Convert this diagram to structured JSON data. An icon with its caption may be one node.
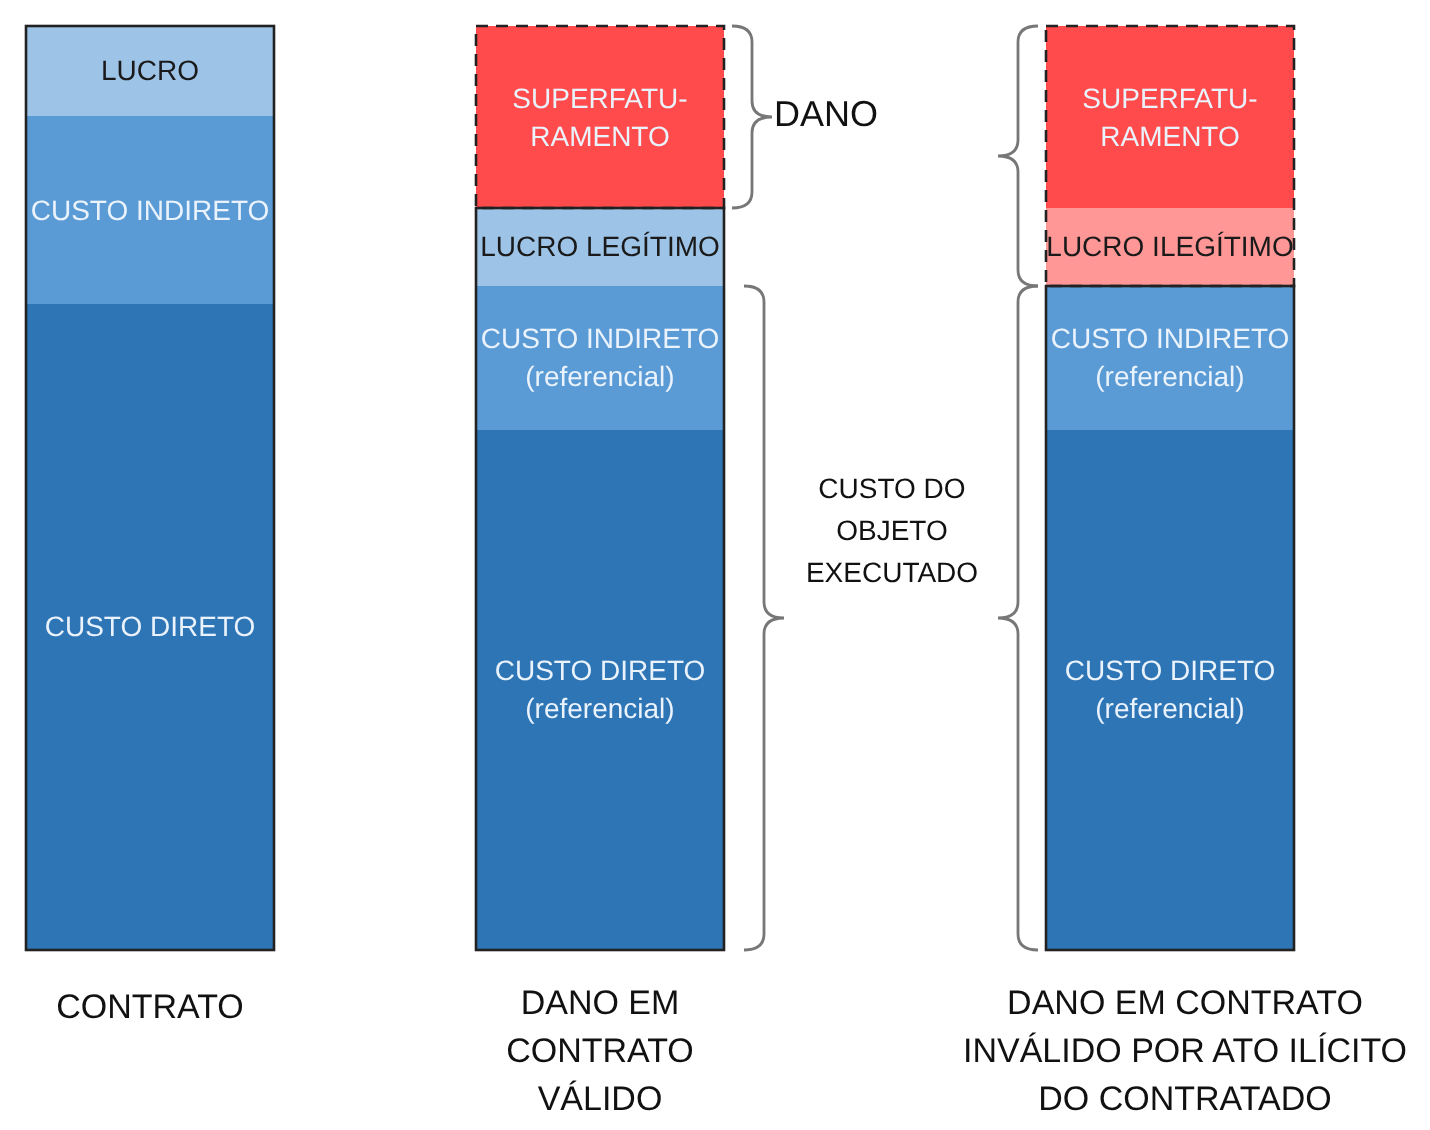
{
  "diagram": {
    "nodes": [
      {
        "text": [
          "LUCRO"
        ]
      },
      {
        "text": [
          "CUSTO INDIRETO"
        ]
      },
      {
        "text": [
          "CUSTO DIRETO"
        ]
      },
      {
        "text": [
          "SUPERFATU-RAMENTO"
        ]
      },
      {
        "text": [
          "LUCRO LEGÍTIMO"
        ]
      },
      {
        "text": [
          "CUSTO INDIRETO (referencial)"
        ]
      },
      {
        "text": [
          "CUSTO DIRETO (referencial)"
        ]
      },
      {
        "text": [
          "SUPERFATU-RAMENTO"
        ]
      },
      {
        "text": [
          "LUCRO ILEGÍTIMO"
        ]
      },
      {
        "text": [
          "CUSTO INDIRETO (referencial)"
        ]
      },
      {
        "text": [
          "CUSTO DIRETO (referencial)"
        ]
      }
    ],
    "labels": [
      "DANO",
      "CUSTO DO OBJETO EXECUTADO",
      "CONTRATO",
      "DANO EM CONTRATO VÁLIDO",
      "DANO EM CONTRATO INVÁLIDO POR ATO ILÍCITO DO CONTRATADO"
    ]
  }
}
